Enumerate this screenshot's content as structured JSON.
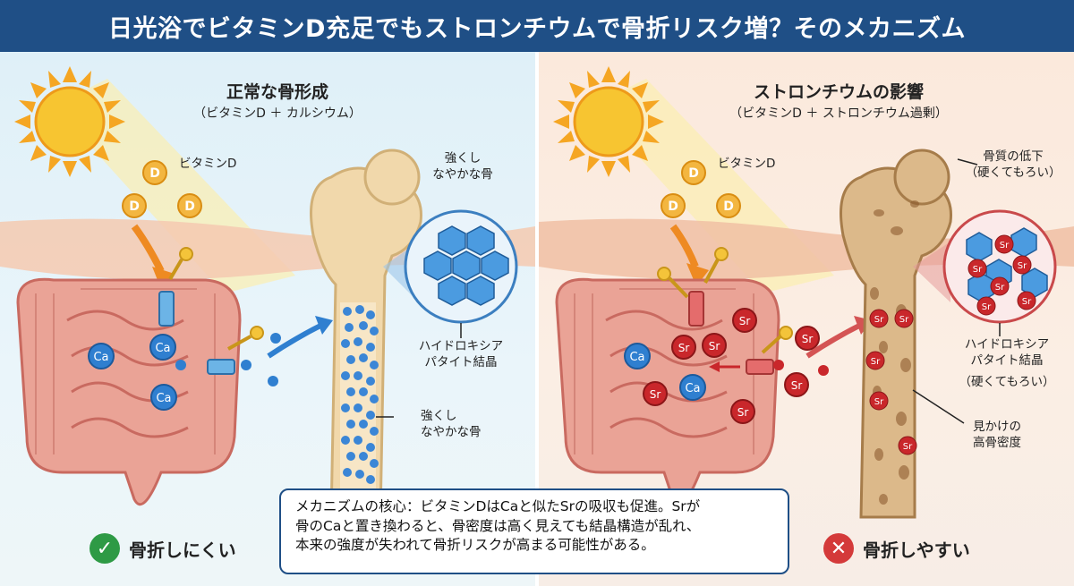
{
  "title": "日光浴でビタミンD充足でもストロンチウムで骨折リスク増？そのメカニズム",
  "left": {
    "heading": "正常な骨形成",
    "subheading": "（ビタミンD ＋ カルシウム）",
    "vitamin_label": "ビタミンD",
    "vitamin_letter": "D",
    "ion_label": "Ca",
    "crystal_label_top": [
      "強くし",
      "なやかな骨"
    ],
    "crystal_label_mid": [
      "ハイドロキシア",
      "パタイト結晶"
    ],
    "bone_label_bottom": [
      "強くし",
      "なやかな骨"
    ],
    "result": "骨折しにくい",
    "result_icon": "check-icon"
  },
  "right": {
    "heading": "ストロンチウムの影響",
    "subheading": "（ビタミンD ＋ ストロンチウム過剰）",
    "vitamin_label": "ビタミンD",
    "vitamin_letter": "D",
    "ion_label_ca": "Ca",
    "ion_label_sr": "Sr",
    "quality_label": [
      "骨質の低下",
      "（硬くてもろい）"
    ],
    "crystal_label": [
      "ハイドロキシア",
      "パタイト結晶",
      "（硬くてもろい）"
    ],
    "density_label": [
      "見かけの",
      "高骨密度"
    ],
    "result": "骨折しやすい",
    "result_icon": "cross-icon"
  },
  "mechanism": {
    "lines": [
      "メカニズムの核心：ビタミンDはCaと似たSrの吸収も促進。Srが",
      "骨のCaと置き換わると、骨密度は高く見えても結晶構造が乱れ、",
      "本来の強度が失われて骨折リスクが高まる可能性がある。"
    ]
  },
  "colors": {
    "title_bg": "#1f4f86",
    "ca_blue": "#2f7fd0",
    "sr_red": "#c9272b",
    "ok_green": "#2e9a45",
    "ng_red": "#d43a3a"
  }
}
